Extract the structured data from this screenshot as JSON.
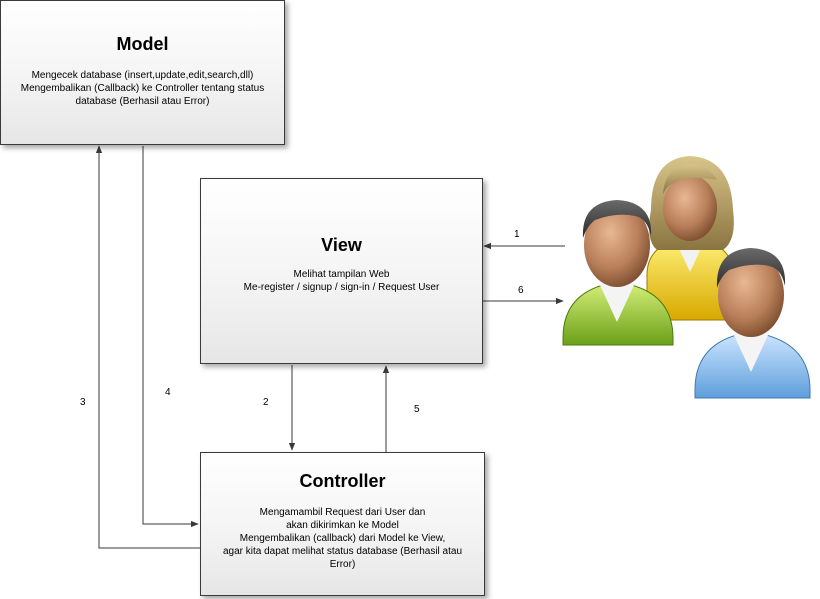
{
  "model": {
    "title": "Model",
    "lines": [
      "Mengecek database (insert,update,edit,search,dll)",
      "Mengembalikan (Callback) ke Controller tentang status",
      "database (Berhasil atau Error)"
    ]
  },
  "view": {
    "title": "View",
    "lines": [
      "Melihat tampilan Web",
      "Me-register / signup / sign-in / Request User"
    ]
  },
  "controller": {
    "title": "Controller",
    "lines": [
      "Mengamambil Request dari User dan",
      "akan dikirimkan ke Model",
      "Mengembalikan (callback) dari Model ke View,",
      "agar kita dapat melihat status database (Berhasil atau",
      "Error)"
    ]
  },
  "flows": {
    "step1": "1",
    "step2": "2",
    "step3": "3",
    "step4": "4",
    "step5": "5",
    "step6": "6"
  },
  "users_icon": "users-group-icon"
}
